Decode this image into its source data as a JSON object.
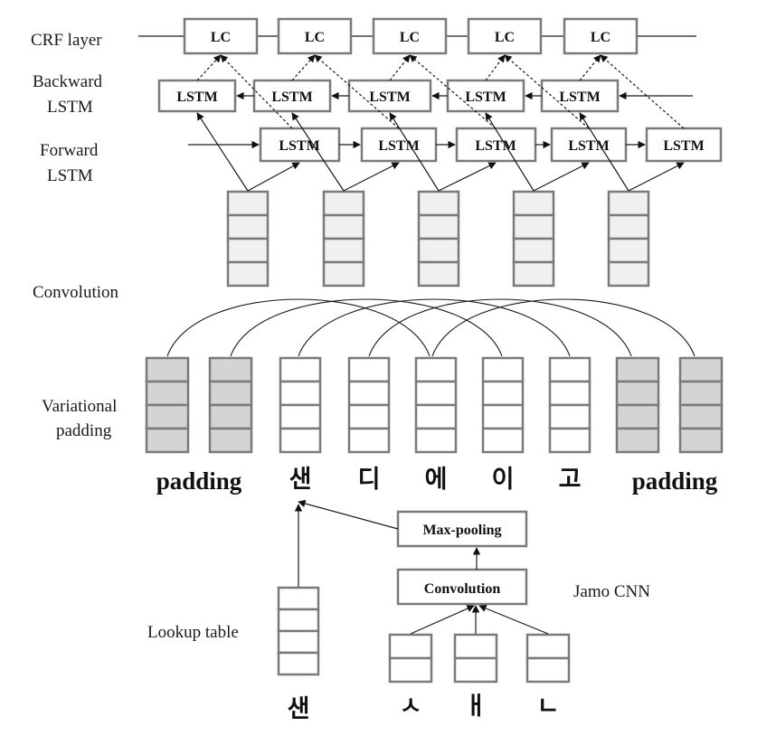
{
  "labels": {
    "crf_layer": "CRF layer",
    "backward_lstm_line1": "Backward",
    "backward_lstm_line2": "LSTM",
    "forward_lstm_line1": "Forward",
    "forward_lstm_line2": "LSTM",
    "convolution": "Convolution",
    "variational_padding_line1": "Variational",
    "variational_padding_line2": "padding",
    "lookup_table": "Lookup table",
    "jamo_cnn": "Jamo CNN"
  },
  "crf_nodes": [
    "LC",
    "LC",
    "LC",
    "LC",
    "LC"
  ],
  "backward_nodes": [
    "LSTM",
    "LSTM",
    "LSTM",
    "LSTM",
    "LSTM"
  ],
  "forward_nodes": [
    "LSTM",
    "LSTM",
    "LSTM",
    "LSTM",
    "LSTM"
  ],
  "tokens": [
    "padding",
    "샌",
    "디",
    "에",
    "이",
    "고",
    "padding"
  ],
  "jamo_cnn_boxes": {
    "max_pooling": "Max-pooling",
    "convolution": "Convolution"
  },
  "lookup_char": "샌",
  "jamo_chars": [
    "ㅅ",
    "ㅐ",
    "ㄴ"
  ]
}
